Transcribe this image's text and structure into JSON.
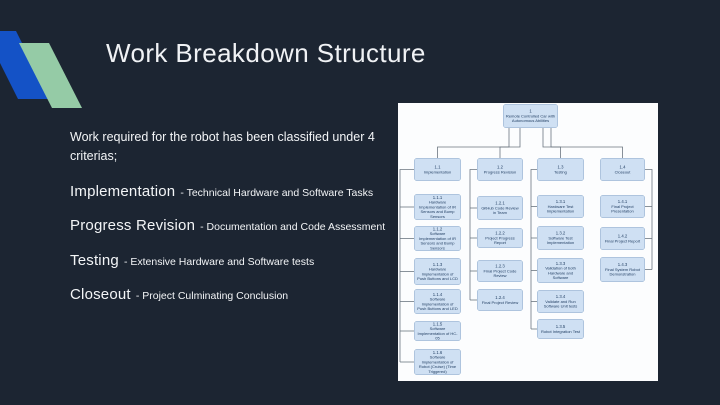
{
  "slide": {
    "title": "Work Breakdown Structure",
    "intro": "Work required for the robot has been classified under 4 criterias;",
    "items": [
      {
        "lead": "Implementation",
        "desc": "- Technical Hardware and Software Tasks"
      },
      {
        "lead": "Progress Revision",
        "desc": "- Documentation and Code Assessment"
      },
      {
        "lead": "Testing",
        "desc": "- Extensive Hardware and Software tests"
      },
      {
        "lead": "Closeout",
        "desc": "- Project Culminating Conclusion"
      }
    ],
    "colors": {
      "background": "#1c2532",
      "accent_blue": "#1452c6",
      "accent_green": "#95cba6",
      "panel": "#fcfdfe",
      "node_fill": "#cfe0f3",
      "node_border": "#8ca9c9",
      "connector": "#6b7680"
    }
  },
  "diagram": {
    "nodes": [
      {
        "id": "1",
        "num": "1",
        "label": "Remote Controlled Car with Autonomous Abilities"
      },
      {
        "id": "1.1",
        "num": "1.1",
        "label": "Implementation"
      },
      {
        "id": "1.2",
        "num": "1.2",
        "label": "Progress Revision"
      },
      {
        "id": "1.3",
        "num": "1.3",
        "label": "Testing"
      },
      {
        "id": "1.4",
        "num": "1.4",
        "label": "Closeout"
      },
      {
        "id": "1.1.1",
        "num": "1.1.1",
        "label": "Hardware Implementation of IR Sensors and Bump Sensors"
      },
      {
        "id": "1.1.2",
        "num": "1.1.2",
        "label": "Software Implementation of IR Sensors and Bump Sensors"
      },
      {
        "id": "1.1.3",
        "num": "1.1.3",
        "label": "Hardware Implementation of Push Buttons and LCD"
      },
      {
        "id": "1.1.4",
        "num": "1.1.4",
        "label": "Software Implementation of Push Buttons and LED"
      },
      {
        "id": "1.1.5",
        "num": "1.1.5",
        "label": "Software Implementation of HC-05"
      },
      {
        "id": "1.1.6",
        "num": "1.1.6",
        "label": "Software Implementation of Robot (Cruise) (Time Triggered)"
      },
      {
        "id": "1.2.1",
        "num": "1.2.1",
        "label": "GitHub Code Review in Team"
      },
      {
        "id": "1.2.2",
        "num": "1.2.2",
        "label": "Project Progress Report"
      },
      {
        "id": "1.2.3",
        "num": "1.2.3",
        "label": "Final Project Code Review"
      },
      {
        "id": "1.2.4",
        "num": "1.2.4",
        "label": "Final Project Review"
      },
      {
        "id": "1.3.1",
        "num": "1.3.1",
        "label": "Hardware Test Implementation"
      },
      {
        "id": "1.3.2",
        "num": "1.3.2",
        "label": "Software Test Implementation"
      },
      {
        "id": "1.3.3",
        "num": "1.3.3",
        "label": "Validation of both Hardware and Software"
      },
      {
        "id": "1.3.4",
        "num": "1.3.4",
        "label": "Validate and Run Software Unit tests"
      },
      {
        "id": "1.3.5",
        "num": "1.3.5",
        "label": "Robot Integration Test"
      },
      {
        "id": "1.4.1",
        "num": "1.4.1",
        "label": "Final Project Presentation"
      },
      {
        "id": "1.4.2",
        "num": "1.4.2",
        "label": "Final Project Report"
      },
      {
        "id": "1.4.3",
        "num": "1.4.3",
        "label": "Final System Robot Demonstration"
      }
    ]
  }
}
